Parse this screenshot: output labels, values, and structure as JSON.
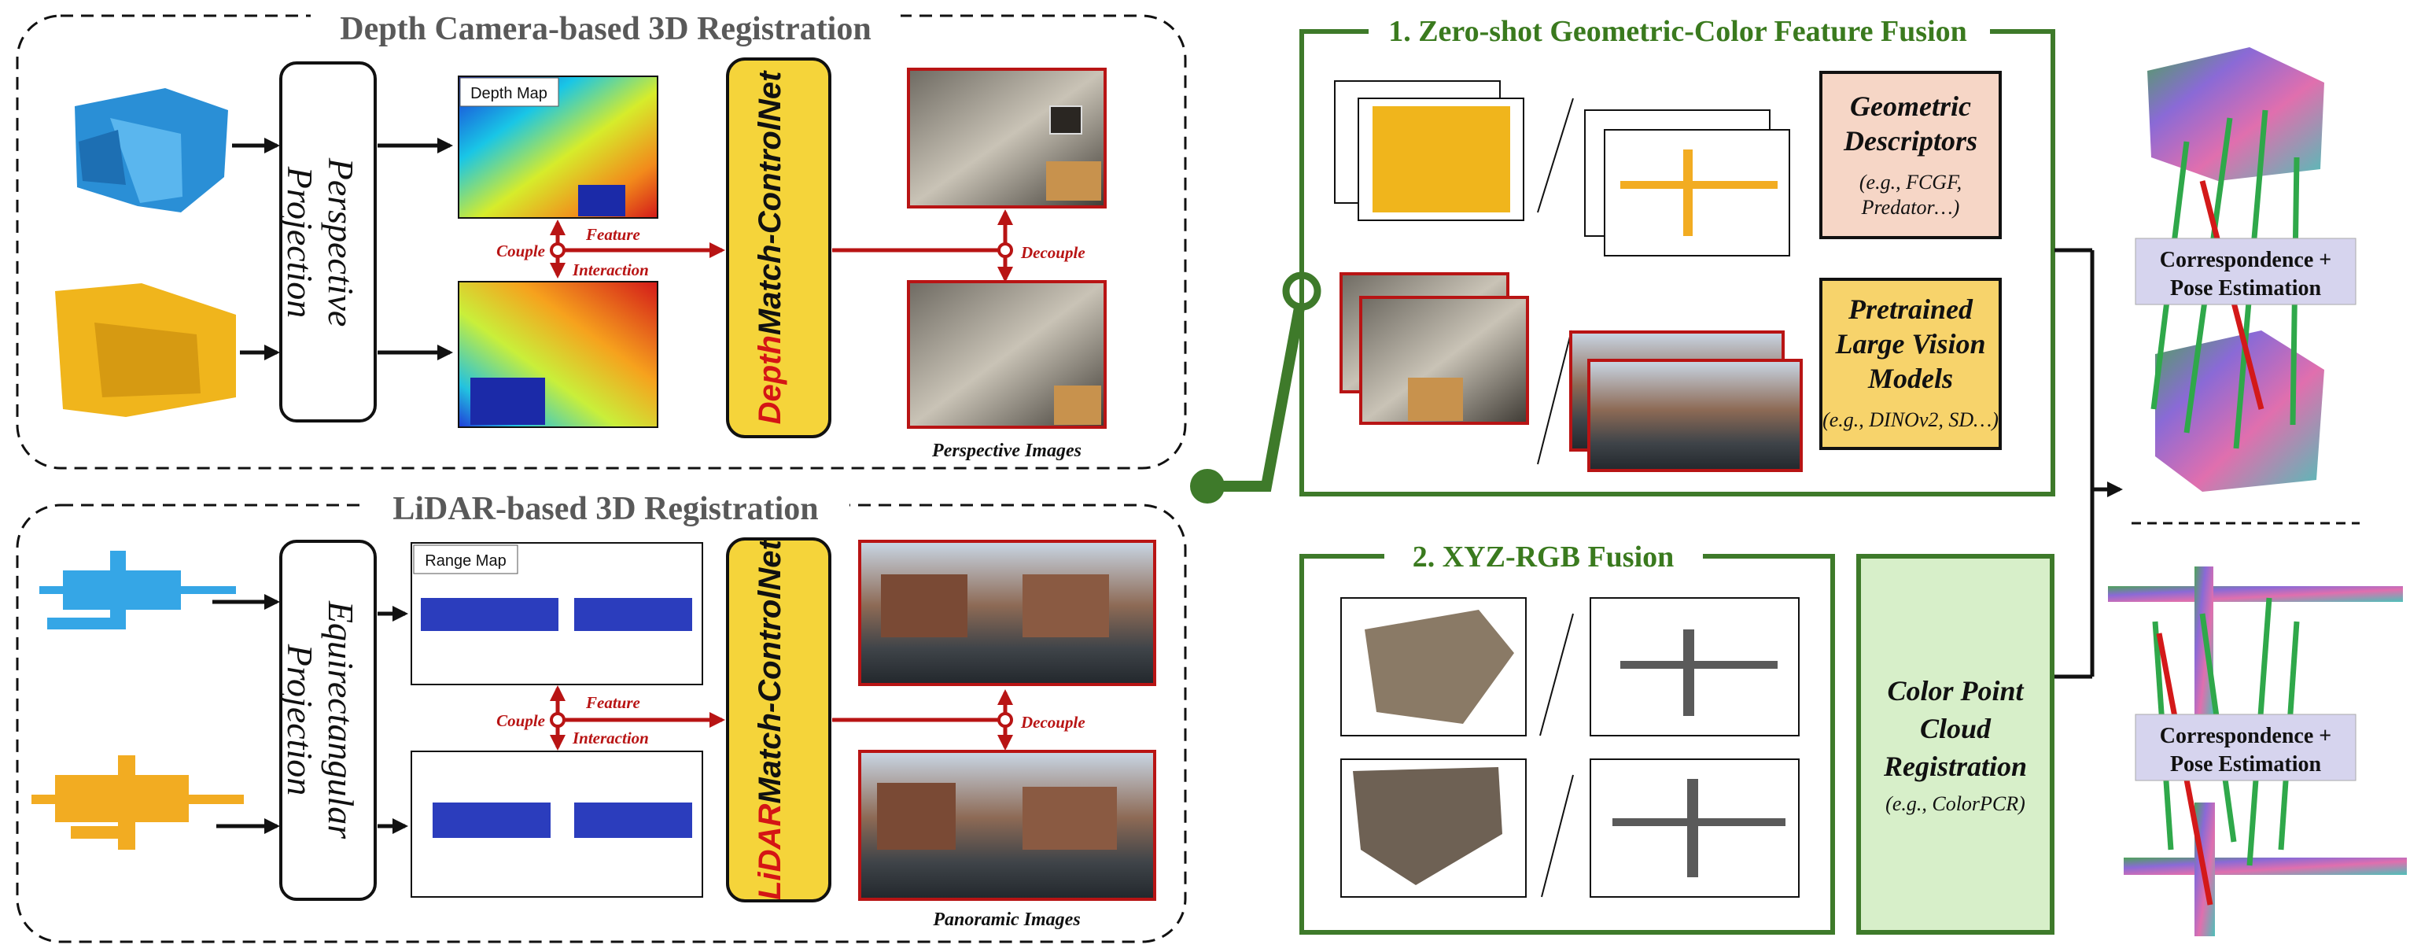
{
  "colors": {
    "green": "#3e7a2a",
    "red": "#b81414",
    "yellow": "#f5d43a",
    "pink_box": "#f6d6c6",
    "yellow_box": "#f7d36b",
    "light_green_box": "#d7efc9",
    "lavender": "#d6d4ee"
  },
  "top_panel": {
    "title": "Depth Camera-based 3D Registration",
    "projection": "Perspective Projection",
    "map_label": "Depth Map",
    "couple": "Couple",
    "feature": "Feature",
    "interaction": "Interaction",
    "decouple": "Decouple",
    "controlnet_prefix": "Depth",
    "controlnet_suffix": "Match-ControlNet",
    "caption": "Perspective Images"
  },
  "bottom_panel": {
    "title": "LiDAR-based 3D Registration",
    "projection": "Equirectangular Projection",
    "map_label": "Range Map",
    "couple": "Couple",
    "feature": "Feature",
    "interaction": "Interaction",
    "decouple": "Decouple",
    "controlnet_prefix": "LiDAR",
    "controlnet_suffix": "Match-ControlNet",
    "caption": "Panoramic Images"
  },
  "fusion1": {
    "title": "1. Zero-shot Geometric-Color Feature Fusion",
    "geo_title": "Geometric Descriptors",
    "geo_note": "(e.g., FCGF, Predator…)",
    "vision_title": "Pretrained Large Vision Models",
    "vision_note": "(e.g., DINOv2, SD…)"
  },
  "fusion2": {
    "title": "2. XYZ-RGB Fusion",
    "reg_title": "Color Point Cloud Registration",
    "reg_note": "(e.g., ColorPCR)"
  },
  "output": {
    "top_label_1": "Correspondence +",
    "top_label_2": "Pose Estimation",
    "bottom_label_1": "Correspondence +",
    "bottom_label_2": "Pose Estimation"
  }
}
